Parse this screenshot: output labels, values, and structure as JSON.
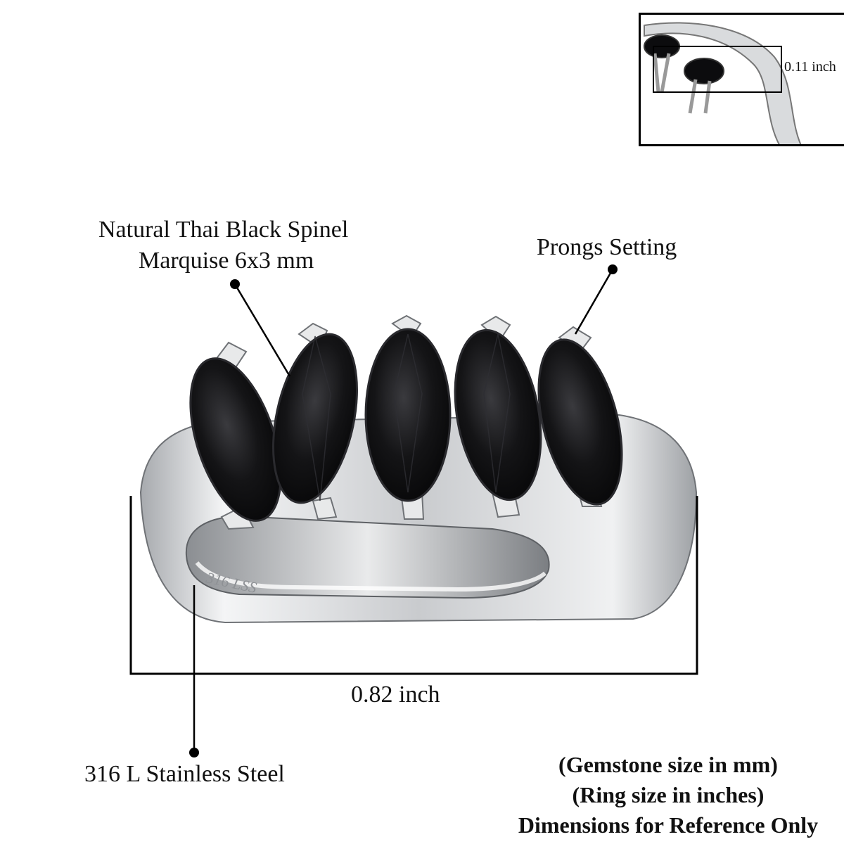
{
  "labels": {
    "gemstone_line1": "Natural Thai Black Spinel",
    "gemstone_line2": "Marquise 6x3 mm",
    "prongs": "Prongs Setting",
    "width": "0.82 inch",
    "metal": "316 L Stainless Steel",
    "inset_height": "0.11 inch",
    "engraving": "316 LSS"
  },
  "notes": [
    "(Gemstone size in mm)",
    "(Ring size in inches)",
    "Dimensions for Reference Only"
  ],
  "colors": {
    "gemstone": "#0c0c0e",
    "metal": "#d6d8da",
    "metal_shadow": "#8d9094",
    "line": "#000000"
  }
}
